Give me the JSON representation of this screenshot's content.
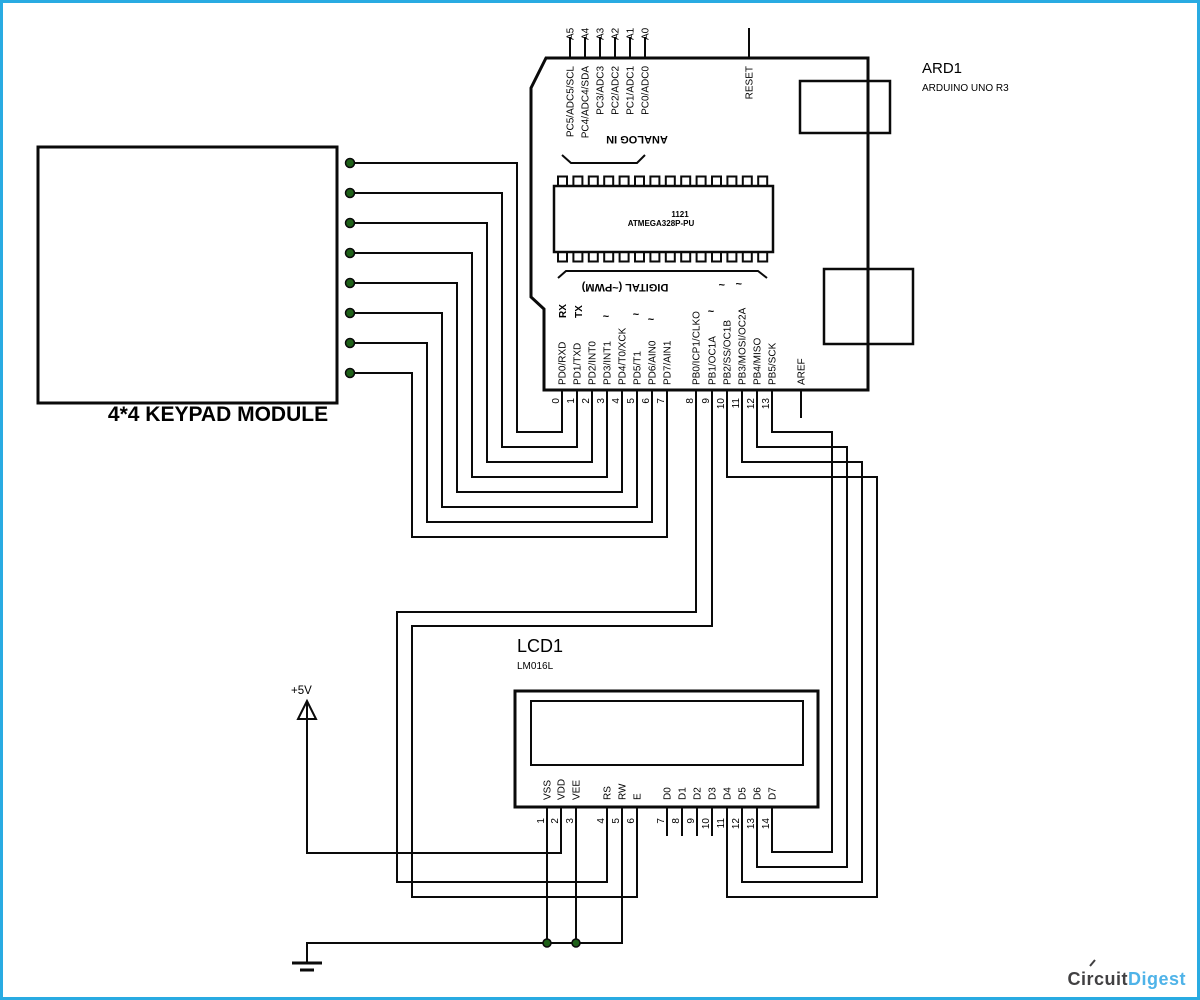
{
  "colors": {
    "border": "#29abe2",
    "wire": "#0a0a0a",
    "terminal_dot": "#1e6018",
    "logo_dark": "#414042",
    "logo_blue": "#4fb3e8"
  },
  "keypad": {
    "label": "4*4 KEYPAD MODULE"
  },
  "arduino": {
    "ref": "ARD1",
    "value": "ARDUINO UNO R3",
    "reset_label": "RESET",
    "aref_label": "AREF",
    "rx_label": "RX",
    "tx_label": "TX",
    "analog_group_label": "ANALOG IN",
    "digital_group_label": "DIGITAL (~PWM)",
    "pwm_tilde": "~",
    "chip": {
      "marking": "1121",
      "part": "ATMEGA328P-PU"
    },
    "analog_pins": [
      {
        "num": "A5",
        "label": "PC5/ADC5/SCL"
      },
      {
        "num": "A4",
        "label": "PC4/ADC4/SDA"
      },
      {
        "num": "A3",
        "label": "PC3/ADC3"
      },
      {
        "num": "A2",
        "label": "PC2/ADC2"
      },
      {
        "num": "A1",
        "label": "PC1/ADC1"
      },
      {
        "num": "A0",
        "label": "PC0/ADC0"
      }
    ],
    "digital_pins": [
      {
        "num": "0",
        "label": "PD0/RXD"
      },
      {
        "num": "1",
        "label": "PD1/TXD"
      },
      {
        "num": "2",
        "label": "PD2/INT0"
      },
      {
        "num": "3",
        "label": "PD3/INT1"
      },
      {
        "num": "4",
        "label": "PD4/T0/XCK"
      },
      {
        "num": "5",
        "label": "PD5/T1"
      },
      {
        "num": "6",
        "label": "PD6/AIN0"
      },
      {
        "num": "7",
        "label": "PD7/AIN1"
      },
      {
        "num": "8",
        "label": "PB0/ICP1/CLKO"
      },
      {
        "num": "9",
        "label": "PB1/OC1A"
      },
      {
        "num": "10",
        "label": "PB2/SS/OC1B"
      },
      {
        "num": "11",
        "label": "PB3/MOSI/OC2A"
      },
      {
        "num": "12",
        "label": "PB4/MISO"
      },
      {
        "num": "13",
        "label": "PB5/SCK"
      }
    ]
  },
  "lcd": {
    "ref": "LCD1",
    "value": "LM016L",
    "pins": [
      {
        "num": "1",
        "label": "VSS"
      },
      {
        "num": "2",
        "label": "VDD"
      },
      {
        "num": "3",
        "label": "VEE"
      },
      {
        "num": "4",
        "label": "RS"
      },
      {
        "num": "5",
        "label": "RW"
      },
      {
        "num": "6",
        "label": "E"
      },
      {
        "num": "7",
        "label": "D0"
      },
      {
        "num": "8",
        "label": "D1"
      },
      {
        "num": "9",
        "label": "D2"
      },
      {
        "num": "10",
        "label": "D3"
      },
      {
        "num": "11",
        "label": "D4"
      },
      {
        "num": "12",
        "label": "D5"
      },
      {
        "num": "13",
        "label": "D6"
      },
      {
        "num": "14",
        "label": "D7"
      }
    ]
  },
  "power": {
    "vcc_label": "+5V"
  },
  "logo": {
    "part1": "Circuit",
    "part2": "Digest"
  }
}
